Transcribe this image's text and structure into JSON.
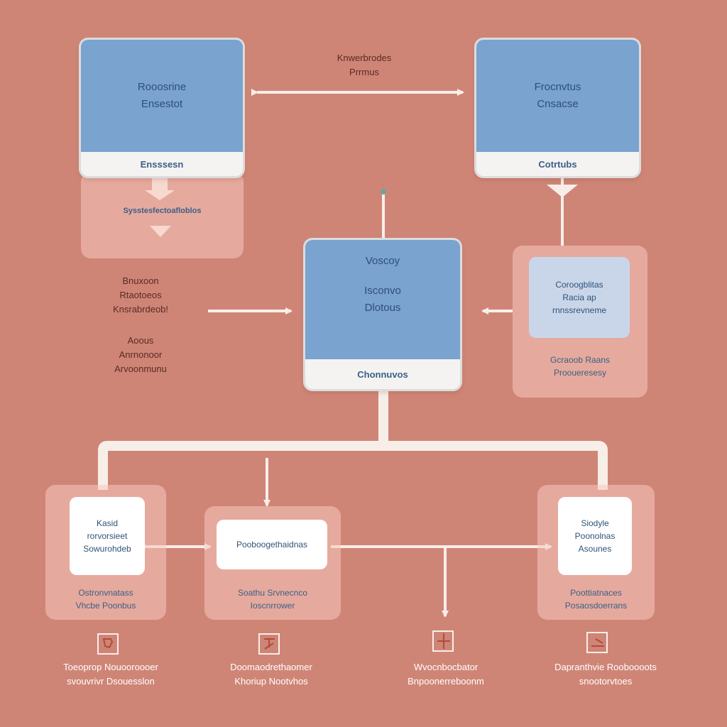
{
  "colors": {
    "background": "#cf8576",
    "screen_blue": "#7aa3cf",
    "card_white": "#ffffff",
    "connector": "#f8eee8"
  },
  "top_left": {
    "screen_lines": [
      "Rooosrine",
      "Ensestot"
    ],
    "footer": "Ensssesn",
    "sub_label": "Sysstesfectoafloblos"
  },
  "top_right": {
    "screen_lines": [
      "Frocnvtus",
      "Cnsacse"
    ],
    "footer": "Cotrtubs"
  },
  "top_middle_label": [
    "Knwerbrodes",
    "Prrmus"
  ],
  "center": {
    "screen_lines": [
      "Voscoy",
      "Isconvo",
      "Dlotous"
    ],
    "footer": "Chonnuvos"
  },
  "left_notes": {
    "group1": [
      "Bnuxoon",
      "Rtaotoeos",
      "Knsrabrdeob!"
    ],
    "group2": [
      "Aoous",
      "Anrnonoor",
      "Arvoonmunu"
    ]
  },
  "right_module": {
    "card_lines": [
      "Coroogblitas",
      "Racia ap",
      "rnnssrevneme"
    ],
    "sub_lines": [
      "Gcraoob Raans",
      "Prooueresesy"
    ]
  },
  "bottom_modules": [
    {
      "card_lines": [
        "Kasid",
        "rorvorsieet",
        "Sowurohdeb"
      ],
      "sub_lines": [
        "Ostronvnatass",
        "Vhcbe Poonbus"
      ],
      "caption": [
        "Toeoprop Nouooroooer",
        "svouvrivr Dsouesslon"
      ]
    },
    {
      "card_lines": [
        "Pooboogethaidnas"
      ],
      "sub_lines": [
        "Soathu Srvnecnco",
        "Ioscnrrower"
      ],
      "caption": [
        "Doomaodrethaomer",
        "Khoriup Nootvhos"
      ]
    },
    {
      "card_lines": [],
      "sub_lines": [],
      "caption": [
        "Wvocnbocbator",
        "Bnpoonerreboonm"
      ]
    },
    {
      "card_lines": [
        "Siodyle",
        "Poonolnas",
        "Asounes"
      ],
      "sub_lines": [
        "Poottiatnaces",
        "Posaosdoerrans"
      ],
      "caption": [
        "Dapranthvie Rooboooots",
        "snootorvtoes"
      ]
    }
  ]
}
